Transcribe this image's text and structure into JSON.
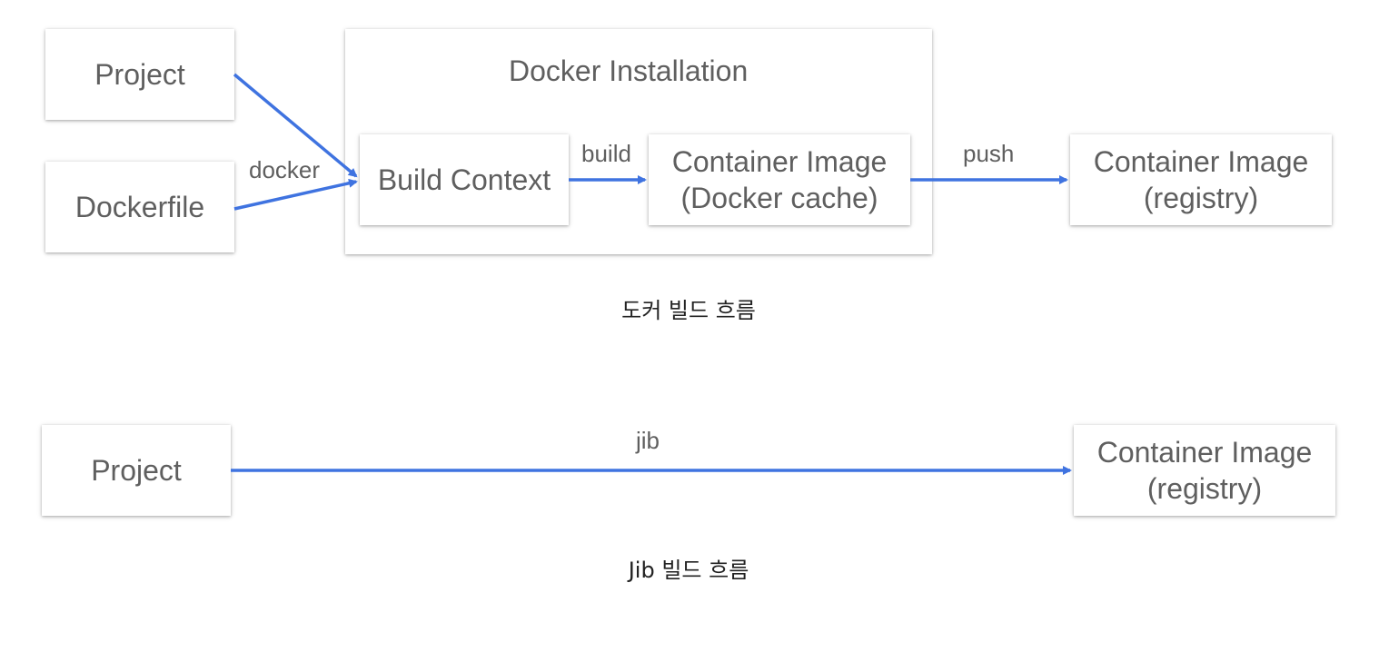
{
  "docker_flow": {
    "project_label": "Project",
    "dockerfile_label": "Dockerfile",
    "installation_title": "Docker Installation",
    "build_context_label": "Build Context",
    "cache_image_line1": "Container Image",
    "cache_image_line2": "(Docker cache)",
    "registry_image_line1": "Container Image",
    "registry_image_line2": "(registry)",
    "edge_docker": "docker",
    "edge_build": "build",
    "edge_push": "push",
    "caption": "도커 빌드 흐름"
  },
  "jib_flow": {
    "project_label": "Project",
    "registry_image_line1": "Container Image",
    "registry_image_line2": "(registry)",
    "edge_jib": "jib",
    "caption": "Jib 빌드 흐름"
  },
  "colors": {
    "arrow": "#3f73e0",
    "box_text": "#5f5f5f",
    "caption_text": "#222222"
  }
}
